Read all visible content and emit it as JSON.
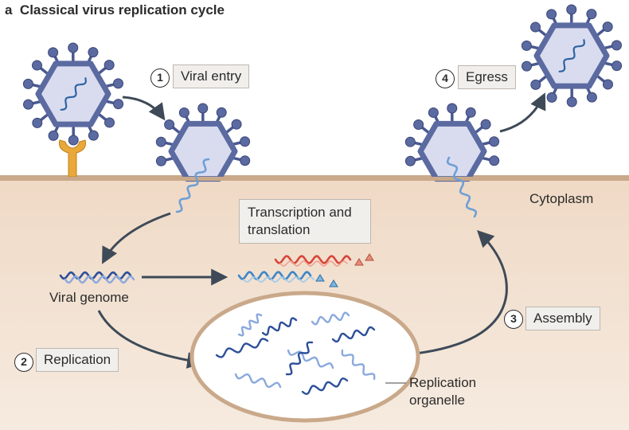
{
  "title": {
    "panel": "a",
    "text": "Classical virus replication cycle"
  },
  "steps": [
    {
      "number": "1",
      "label": "Viral entry"
    },
    {
      "number": "2",
      "label": "Replication"
    },
    {
      "number": "3",
      "label": "Assembly"
    },
    {
      "number": "4",
      "label": "Egress"
    }
  ],
  "labels": {
    "cytoplasm": "Cytoplasm",
    "transcription": "Transcription and translation",
    "viral_genome": "Viral genome",
    "replication_organelle": "Replication organelle"
  },
  "colors": {
    "membrane": "#c9a98a",
    "cytoplasm": "#f2e2d3",
    "capsid": "#5b6aa0",
    "receptor": "#e8a93a",
    "arrow": "#3e4a57"
  }
}
